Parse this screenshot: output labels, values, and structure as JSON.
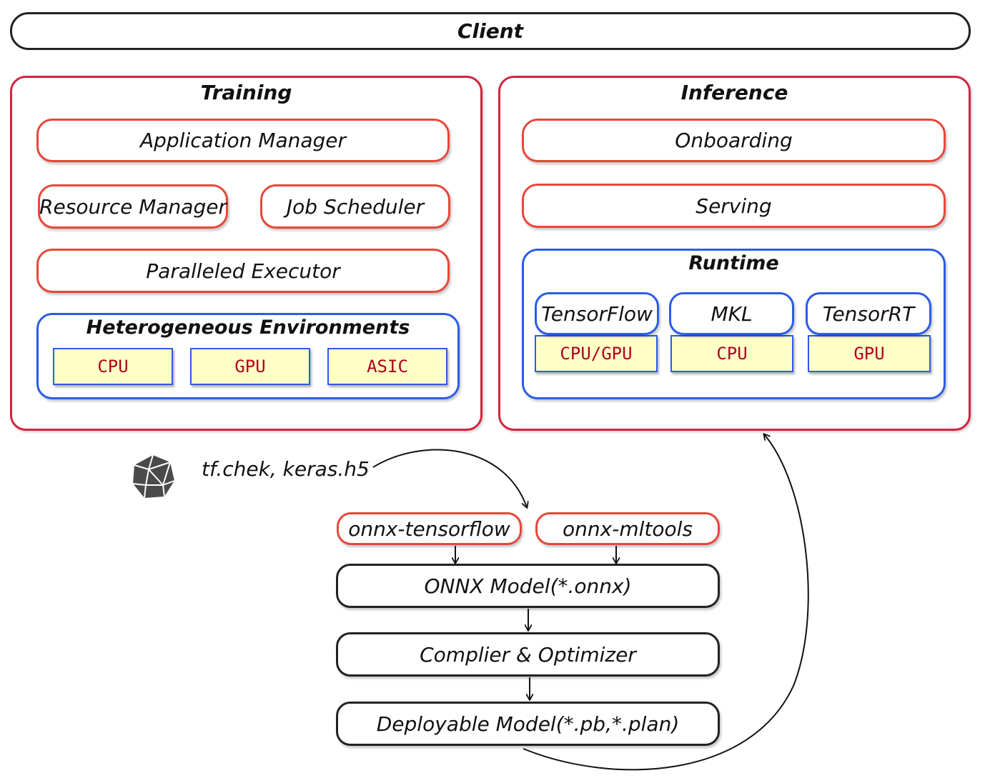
{
  "client": {
    "label": "Client"
  },
  "training": {
    "title": "Training",
    "application_manager": "Application Manager",
    "resource_manager": "Resource Manager",
    "job_scheduler": "Job Scheduler",
    "paralleled_executor": "Paralleled Executor",
    "heterogeneous": {
      "title": "Heterogeneous Environments",
      "items": [
        "CPU",
        "GPU",
        "ASIC"
      ]
    }
  },
  "inference": {
    "title": "Inference",
    "onboarding": "Onboarding",
    "serving": "Serving",
    "runtime": {
      "title": "Runtime",
      "engines": [
        {
          "name": "TensorFlow",
          "hardware": "CPU/GPU"
        },
        {
          "name": "MKL",
          "hardware": "CPU"
        },
        {
          "name": "TensorRT",
          "hardware": "GPU"
        }
      ]
    }
  },
  "pipeline": {
    "source_label": "tf.chek, keras.h5",
    "converters": [
      "onnx-tensorflow",
      "onnx-mltools"
    ],
    "onnx_model": "ONNX Model(*.onnx)",
    "compiler": "Complier & Optimizer",
    "deployable": "Deployable Model(*.pb,*.plan)"
  },
  "colors": {
    "panel_border": "#d2243f",
    "pill_border": "#e8473a",
    "blue_border": "#2b5ce6",
    "hardware_fill": "#ffffc7",
    "hardware_text": "#b00020"
  },
  "icons": {
    "source": "polyhedron-icon"
  }
}
